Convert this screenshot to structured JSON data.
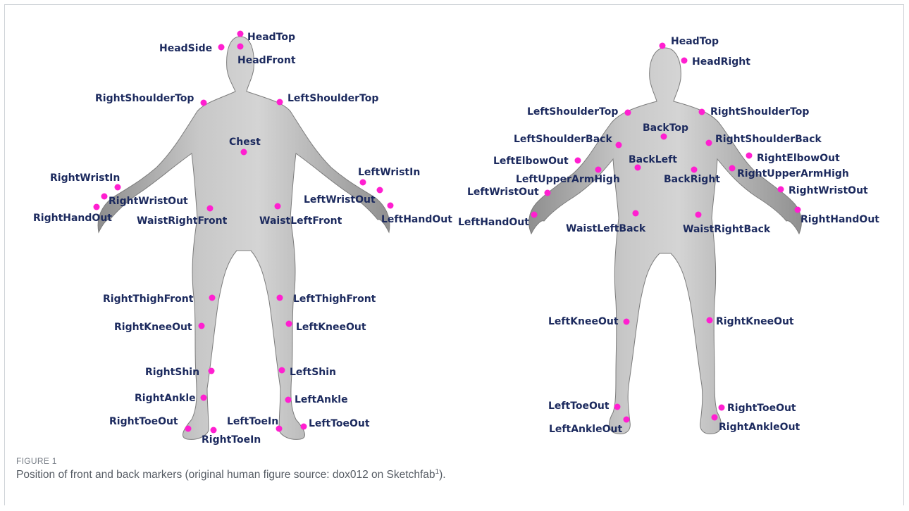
{
  "figure": {
    "label": "FIGURE 1",
    "caption_before": "Position of front and back markers (original human figure source: dox012 on Sketchfab",
    "caption_sup": "1",
    "caption_after": ").",
    "marker_color": "#ff1fd0",
    "label_color": "#1c2a5e"
  },
  "front_markers": [
    "HeadTop",
    "HeadSide",
    "HeadFront",
    "RightShoulderTop",
    "LeftShoulderTop",
    "Chest",
    "RightWristIn",
    "RightWristOut",
    "RightHandOut",
    "LeftWristIn",
    "LeftWristOut",
    "LeftHandOut",
    "WaistRightFront",
    "WaistLeftFront",
    "RightThighFront",
    "LeftThighFront",
    "RightKneeOut",
    "LeftKneeOut",
    "RightShin",
    "LeftShin",
    "RightAnkle",
    "LeftAnkle",
    "RightToeOut",
    "RightToeIn",
    "LeftToeIn",
    "LeftToeOut"
  ],
  "back_markers": [
    "HeadTop",
    "HeadRight",
    "LeftShoulderTop",
    "RightShoulderTop",
    "BackTop",
    "LeftShoulderBack",
    "RightShoulderBack",
    "LeftElbowOut",
    "RightElbowOut",
    "BackLeft",
    "BackRight",
    "LeftUpperArmHigh",
    "RightUpperArmHigh",
    "LeftWristOut",
    "RightWristOut",
    "LeftHandOut",
    "RightHandOut",
    "WaistLeftBack",
    "WaistRightBack",
    "LeftKneeOut",
    "RightKneeOut",
    "LeftToeOut",
    "RightToeOut",
    "LeftAnkleOut",
    "RightAnkleOut"
  ]
}
